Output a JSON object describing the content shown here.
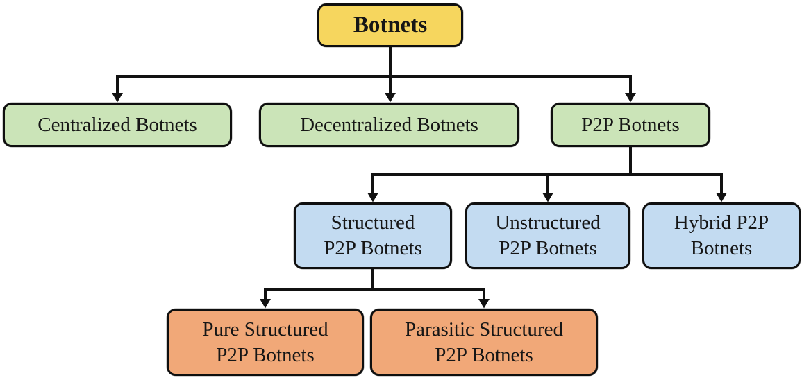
{
  "diagram": {
    "background_color": "#ffffff",
    "line_color": "#111111",
    "nodes": {
      "root": {
        "label": "Botnets",
        "lines": [
          "Botnets"
        ],
        "color": "#f6d65e",
        "level": 1
      },
      "centralized": {
        "label": "Centralized Botnets",
        "lines": [
          "Centralized Botnets"
        ],
        "color": "#cbe4b8",
        "level": 2
      },
      "decentralized": {
        "label": "Decentralized Botnets",
        "lines": [
          "Decentralized Botnets"
        ],
        "color": "#cbe4b8",
        "level": 2
      },
      "p2p": {
        "label": "P2P Botnets",
        "lines": [
          "P2P Botnets"
        ],
        "color": "#cbe4b8",
        "level": 2
      },
      "structured": {
        "label": "Structured P2P Botnets",
        "lines": [
          "Structured",
          "P2P Botnets"
        ],
        "color": "#c3dbf1",
        "level": 3
      },
      "unstructured": {
        "label": "Unstructured P2P Botnets",
        "lines": [
          "Unstructured",
          "P2P Botnets"
        ],
        "color": "#c3dbf1",
        "level": 3
      },
      "hybrid": {
        "label": "Hybrid P2P Botnets",
        "lines": [
          "Hybrid P2P",
          "Botnets"
        ],
        "color": "#c3dbf1",
        "level": 3
      },
      "pure_structured": {
        "label": "Pure Structured P2P Botnets",
        "lines": [
          "Pure Structured",
          "P2P Botnets"
        ],
        "color": "#f1a878",
        "level": 4
      },
      "parasitic_structured": {
        "label": "Parasitic Structured P2P Botnets",
        "lines": [
          "Parasitic Structured",
          "P2P Botnets"
        ],
        "color": "#f1a878",
        "level": 4
      }
    },
    "edges": [
      {
        "from": "Botnets",
        "to": "Centralized Botnets"
      },
      {
        "from": "Botnets",
        "to": "Decentralized Botnets"
      },
      {
        "from": "Botnets",
        "to": "P2P Botnets"
      },
      {
        "from": "P2P Botnets",
        "to": "Structured P2P Botnets"
      },
      {
        "from": "P2P Botnets",
        "to": "Unstructured P2P Botnets"
      },
      {
        "from": "P2P Botnets",
        "to": "Hybrid P2P Botnets"
      },
      {
        "from": "Structured P2P Botnets",
        "to": "Pure Structured P2P Botnets"
      },
      {
        "from": "Structured P2P Botnets",
        "to": "Parasitic Structured P2P Botnets"
      }
    ]
  }
}
